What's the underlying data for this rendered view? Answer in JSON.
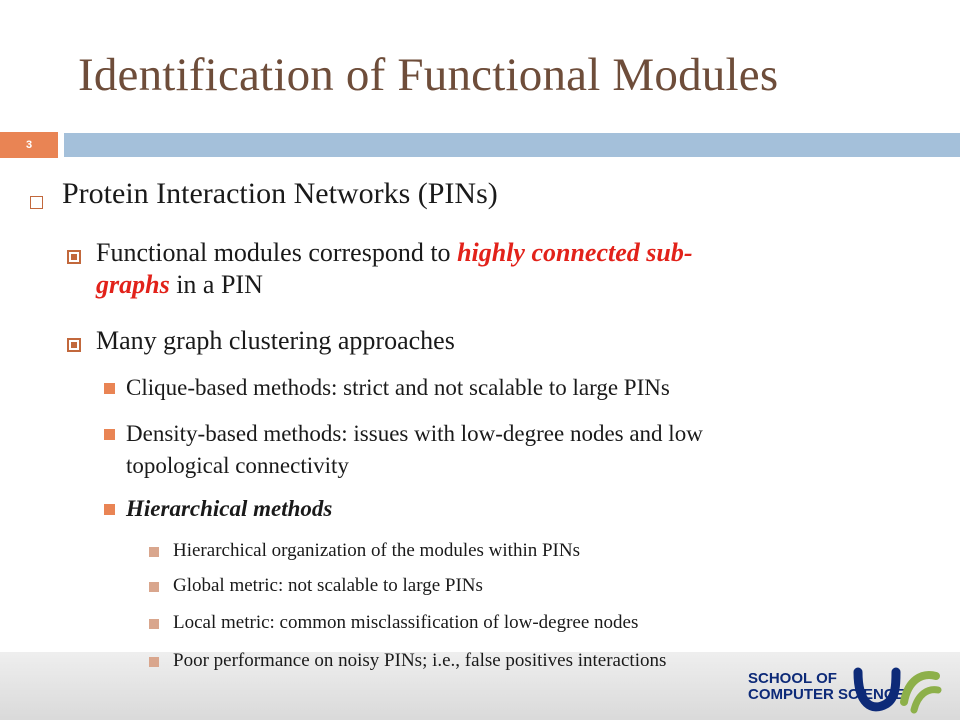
{
  "slide": {
    "title": "Identification of Functional Modules",
    "number": "3"
  },
  "content": {
    "l1": "Protein Interaction Networks (PINs)",
    "l2a_pre": "Functional modules correspond to ",
    "l2a_em1": "highly connected sub-",
    "l2a_em2": "graphs",
    "l2a_post": " in a PIN",
    "l2b": "Many graph clustering approaches",
    "l3a": "Clique-based methods: strict and not scalable to large PINs",
    "l3b_1": "Density-based methods: issues with low-degree nodes and low",
    "l3b_2": "topological connectivity",
    "l3c": "Hierarchical methods",
    "l4a": "Hierarchical organization of the modules within PINs",
    "l4b": "Global metric: not scalable to large PINs",
    "l4c": "Local metric: common misclassification of low-degree nodes",
    "l4d": "Poor performance on noisy PINs; i.e., false positives interactions"
  },
  "footer": {
    "logo_line1": "SCHOOL OF",
    "logo_line2": "COMPUTER SCIENCE"
  },
  "colors": {
    "title": "#6e4d3a",
    "accent": "#e98454",
    "bar": "#a4c0da",
    "emphasis": "#e2221a",
    "logo_navy": "#0d2a78",
    "logo_green": "#8db04a"
  }
}
